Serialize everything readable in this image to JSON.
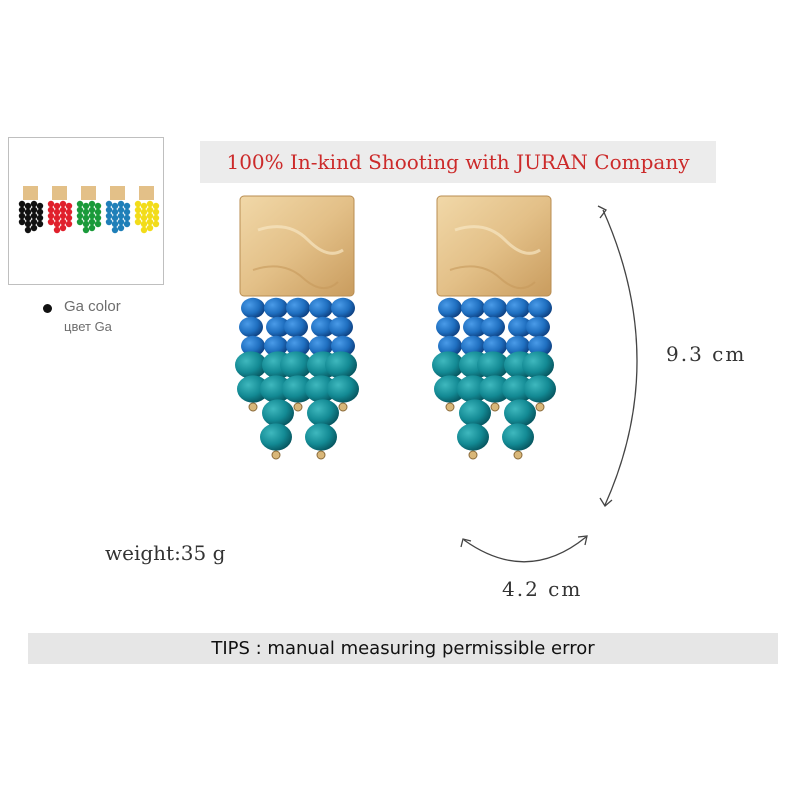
{
  "banner": {
    "text": "100% In-kind Shooting with JURAN Company",
    "text_color": "#cc2a2a"
  },
  "color_selector": {
    "selected_color_name": "Ga color",
    "selected_color_name_ru": "цвет Ga",
    "variants": [
      {
        "tassel_color": "#111111",
        "icon": "black-earring-swatch"
      },
      {
        "tassel_color": "#e0202c",
        "icon": "red-earring-swatch"
      },
      {
        "tassel_color": "#1a9a3a",
        "icon": "green-earring-swatch"
      },
      {
        "tassel_color": "#1f7fb8",
        "icon": "blue-earring-swatch"
      },
      {
        "tassel_color": "#f2dc1a",
        "icon": "yellow-earring-swatch"
      }
    ]
  },
  "product": {
    "colors": {
      "top_beads": "#1f6fc0",
      "bottom_beads": "#138a94",
      "plate": "#e8c890"
    }
  },
  "measurements": {
    "weight": "weight:35 g",
    "height": "9.3 cm",
    "width": "4.2 cm"
  },
  "tips": {
    "text": "TIPS : manual measuring permissible error"
  }
}
